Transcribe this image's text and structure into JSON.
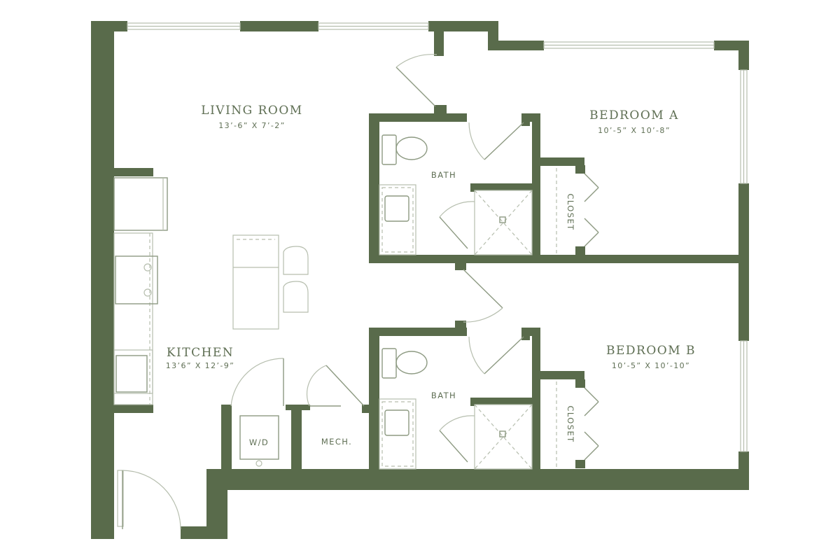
{
  "rooms": {
    "living_room": {
      "name": "LIVING ROOM",
      "dims": "13’-6” X 7’-2”"
    },
    "bedroom_a": {
      "name": "BEDROOM A",
      "dims": "10’-5” X 10’-8”"
    },
    "bedroom_b": {
      "name": "BEDROOM B",
      "dims": "10’-5” X 10’-10”"
    },
    "kitchen": {
      "name": "KITCHEN",
      "dims": "13’6” X 12’-9”"
    },
    "bath_a": {
      "name": "BATH"
    },
    "bath_b": {
      "name": "BATH"
    },
    "closet_a": {
      "name": "CLOSET"
    },
    "closet_b": {
      "name": "CLOSET"
    },
    "wd": {
      "name": "W/D"
    },
    "mech": {
      "name": "MECH."
    }
  },
  "colors": {
    "wall": "#596b4b",
    "label": "#5f6f54",
    "fixture": "#8d9a82"
  }
}
